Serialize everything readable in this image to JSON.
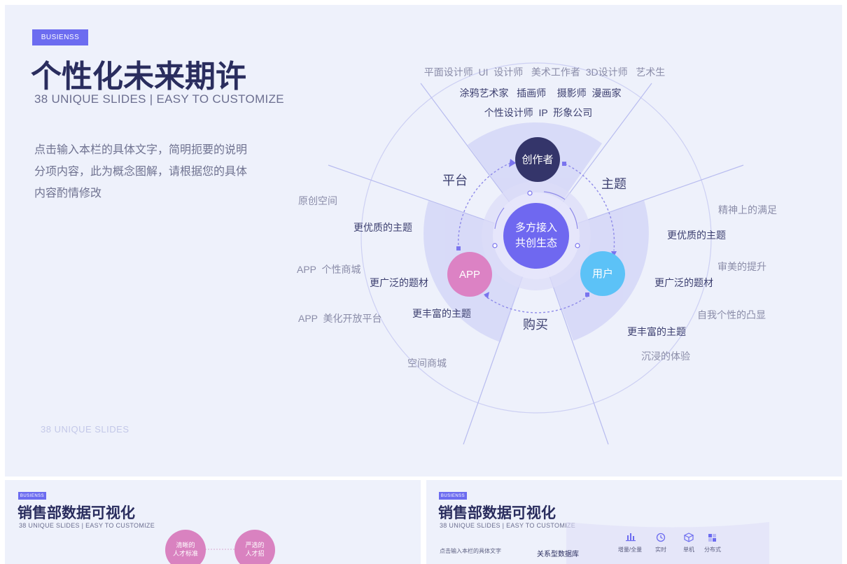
{
  "main": {
    "badge": "BUSIENSS",
    "title": "个性化未来期许",
    "subtitle": "38 UNIQUE SLIDES | EASY TO CUSTOMIZE",
    "description": "点击输入本栏的具体文字，简明扼要的说明分项内容，此为概念图解，请根据您的具体内容酌情修改",
    "footer": "38 UNIQUE  SLIDES",
    "diagram": {
      "center": [
        "多方接入",
        "共创生态"
      ],
      "nodes": {
        "creator": "创作者",
        "app": "APP",
        "user": "用户"
      },
      "sector_labels": {
        "platform": "平台",
        "theme": "主题",
        "buy": "购买"
      },
      "top_lines": [
        "平面设计师  UI  设计师   美术工作者  3D设计师   艺术生",
        "涂鸦艺术家   插画师    摄影师  漫画家",
        "个性设计师  IP  形象公司"
      ],
      "left_outer": [
        "原创空间",
        "APP  个性商城",
        "APP  美化开放平台",
        "空间商城"
      ],
      "left_inner": [
        "更优质的主题",
        "更广泛的题材",
        "更丰富的主题"
      ],
      "right_inner": [
        "更优质的主题",
        "更广泛的题材",
        "更丰富的主题"
      ],
      "right_outer": [
        "精神上的满足",
        "审美的提升",
        "自我个性的凸显",
        "沉浸的体验"
      ]
    },
    "colors": {
      "accent": "#6c6cf0",
      "creator": "#34356a",
      "app": "#dc82c4",
      "user": "#5cc2f7",
      "center": "#6f68f0"
    }
  },
  "thumb_left": {
    "badge": "BUSIENSS",
    "title": "销售部数据可视化",
    "subtitle": "38 UNIQUE SLIDES | EASY TO CUSTOMIZE",
    "circle1": [
      "清晰的",
      "人才标准"
    ],
    "circle2": [
      "严选的",
      "人才招"
    ]
  },
  "thumb_right": {
    "badge": "BUSIENSS",
    "title": "销售部数据可视化",
    "subtitle": "38 UNIQUE SLIDES | EASY TO CUSTOMIZE",
    "text": "点击输入本栏的具体文字",
    "label": "关系型数据库",
    "icons": [
      {
        "icon": "chart-icon",
        "label": "增量/全量"
      },
      {
        "icon": "clock-icon",
        "label": "实时"
      },
      {
        "icon": "cube-icon",
        "label": "单机"
      },
      {
        "icon": "grid-icon",
        "label": "分布式"
      }
    ]
  }
}
